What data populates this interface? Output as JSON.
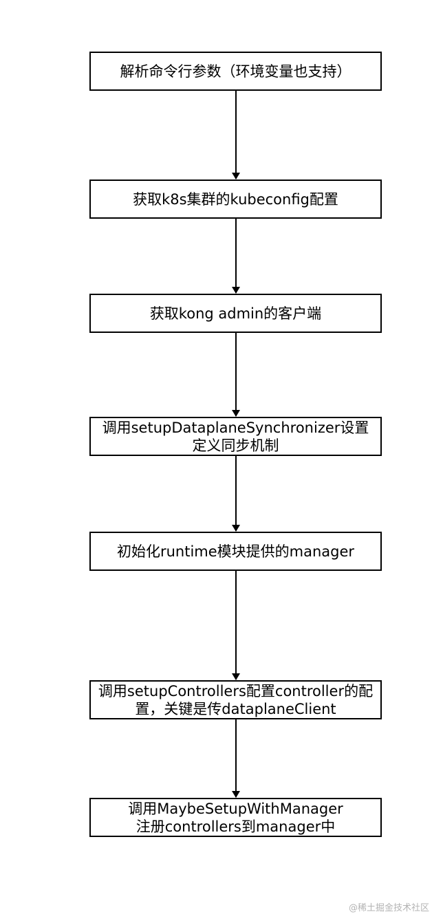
{
  "steps": [
    "解析命令行参数（环境变量也支持）",
    "获取k8s集群的kubeconfig配置",
    "获取kong admin的客户端",
    "调用setupDataplaneSynchronizer设置\n定义同步机制",
    "初始化runtime模块提供的manager",
    "调用setupControllers配置controller的配\n置，关键是传dataplaneClient",
    "调用MaybeSetupWithManager\n注册controllers到manager中"
  ],
  "watermark": "@稀土掘金技术社区"
}
